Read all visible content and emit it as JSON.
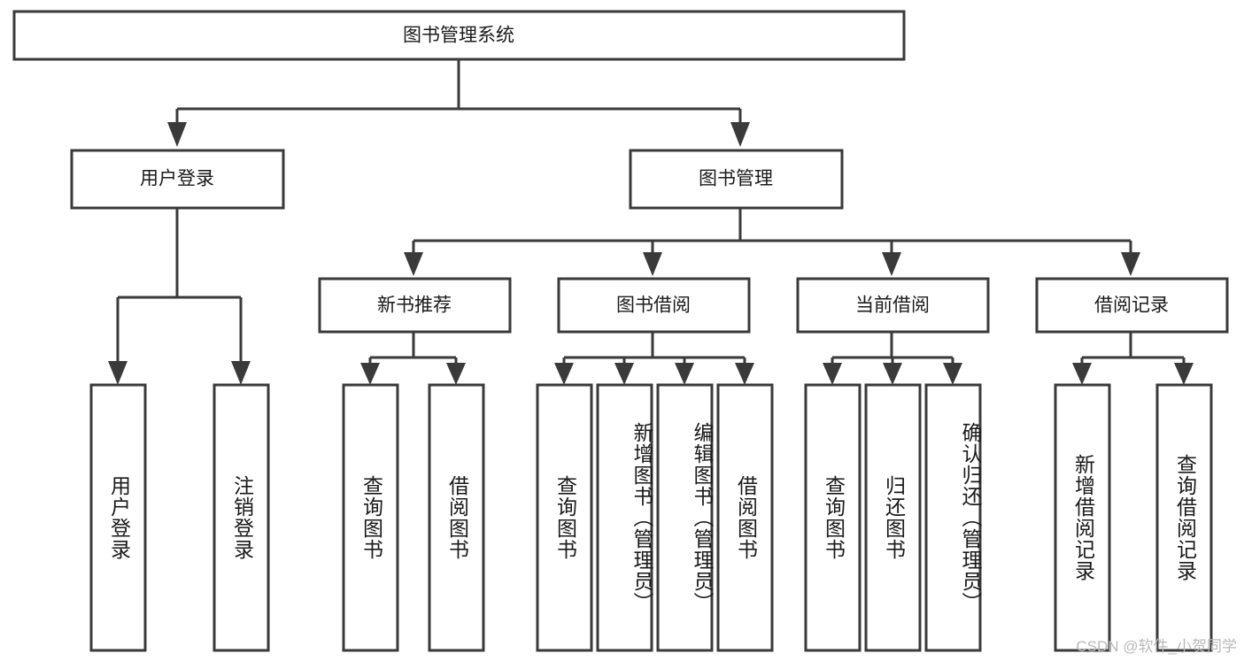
{
  "diagram": {
    "type": "tree-hierarchy",
    "title": "图书管理系统",
    "root": {
      "id": "root",
      "label": "图书管理系统"
    },
    "level2": [
      {
        "id": "user-login",
        "label": "用户登录"
      },
      {
        "id": "book-manage",
        "label": "图书管理"
      }
    ],
    "level3": [
      {
        "id": "new-book-rec",
        "label": "新书推荐",
        "parent": "book-manage"
      },
      {
        "id": "book-borrow",
        "label": "图书借阅",
        "parent": "book-manage"
      },
      {
        "id": "current-borrow",
        "label": "当前借阅",
        "parent": "book-manage"
      },
      {
        "id": "borrow-record",
        "label": "借阅记录",
        "parent": "book-manage"
      }
    ],
    "leaves": [
      {
        "id": "leaf-user-login",
        "label": "用户登录",
        "parent": "user-login"
      },
      {
        "id": "leaf-logout",
        "label": "注销登录",
        "parent": "user-login"
      },
      {
        "id": "leaf-query-book-1",
        "label": "查询图书",
        "parent": "new-book-rec"
      },
      {
        "id": "leaf-borrow-book-1",
        "label": "借阅图书",
        "parent": "new-book-rec"
      },
      {
        "id": "leaf-query-book-2",
        "label": "查询图书",
        "parent": "book-borrow"
      },
      {
        "id": "leaf-add-book",
        "label": "新增图书（管理员）",
        "parent": "book-borrow"
      },
      {
        "id": "leaf-edit-book",
        "label": "编辑图书（管理员）",
        "parent": "book-borrow"
      },
      {
        "id": "leaf-borrow-book-2",
        "label": "借阅图书",
        "parent": "book-borrow"
      },
      {
        "id": "leaf-query-book-3",
        "label": "查询图书",
        "parent": "current-borrow"
      },
      {
        "id": "leaf-return-book",
        "label": "归还图书",
        "parent": "current-borrow"
      },
      {
        "id": "leaf-confirm-return",
        "label": "确认归还（管理员）",
        "parent": "current-borrow"
      },
      {
        "id": "leaf-add-record",
        "label": "新增借阅记录",
        "parent": "borrow-record"
      },
      {
        "id": "leaf-query-record",
        "label": "查询借阅记录",
        "parent": "borrow-record"
      }
    ],
    "colors": {
      "stroke": "#3a3a3a",
      "box_fill": "#ffffff",
      "text": "#1a1a1a",
      "background": "#ffffff",
      "watermark": "#b9b9b9"
    }
  },
  "watermark": {
    "text": "CSDN @软件_小贺同学"
  }
}
